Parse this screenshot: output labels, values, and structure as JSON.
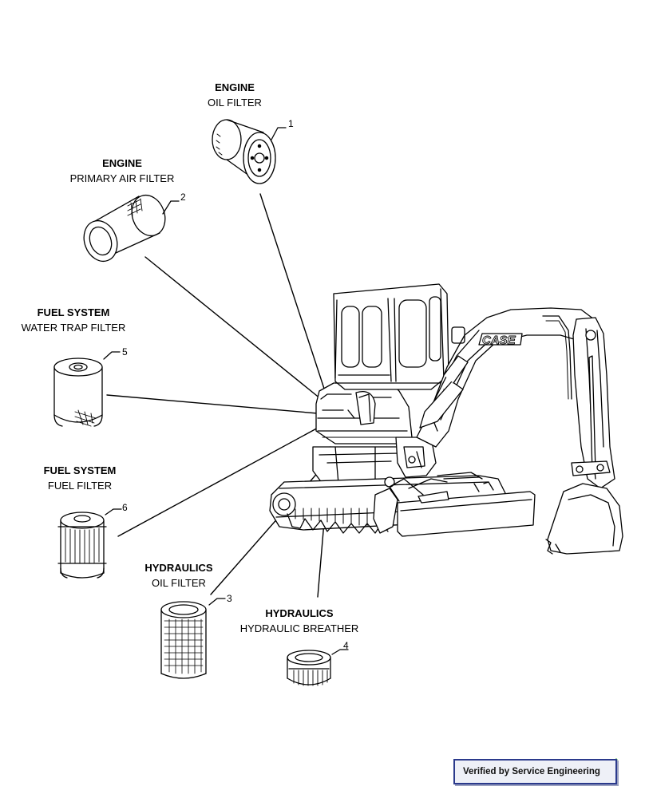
{
  "callouts": [
    {
      "num": "1",
      "system": "ENGINE",
      "part": "OIL FILTER"
    },
    {
      "num": "2",
      "system": "ENGINE",
      "part": "PRIMARY AIR FILTER"
    },
    {
      "num": "3",
      "system": "HYDRAULICS",
      "part": "OIL FILTER"
    },
    {
      "num": "4",
      "system": "HYDRAULICS",
      "part": "HYDRAULIC BREATHER"
    },
    {
      "num": "5",
      "system": "FUEL SYSTEM",
      "part": "WATER TRAP FILTER"
    },
    {
      "num": "6",
      "system": "FUEL SYSTEM",
      "part": "FUEL FILTER"
    }
  ],
  "brand_text": "CASE",
  "badge": {
    "text": "Verified by Service Engineering",
    "check_color": "#3aa535",
    "border_color": "#2b3a8c"
  }
}
